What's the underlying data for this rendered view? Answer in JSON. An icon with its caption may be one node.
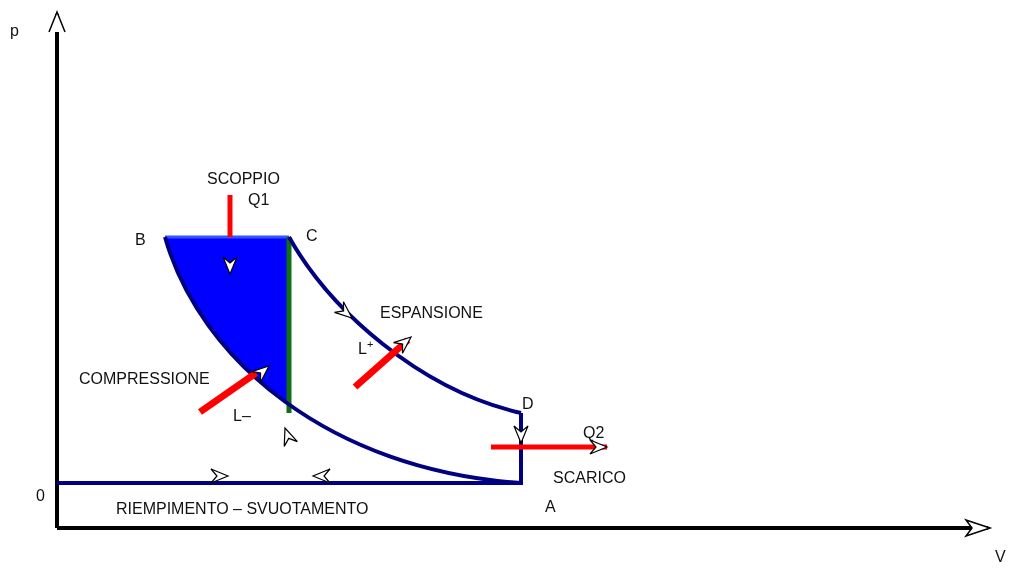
{
  "diagram": {
    "labels": [
      "p",
      "SCOPPIO",
      "Q1",
      "B",
      "C",
      "ESPANSIONE",
      "L$^{+}$",
      "COMPRESSIONE",
      "L–",
      "D",
      "Q2",
      "SCARICO",
      "0",
      "RIEMPIMENTO – SVUOTAMENTO",
      "A",
      "V"
    ]
  }
}
